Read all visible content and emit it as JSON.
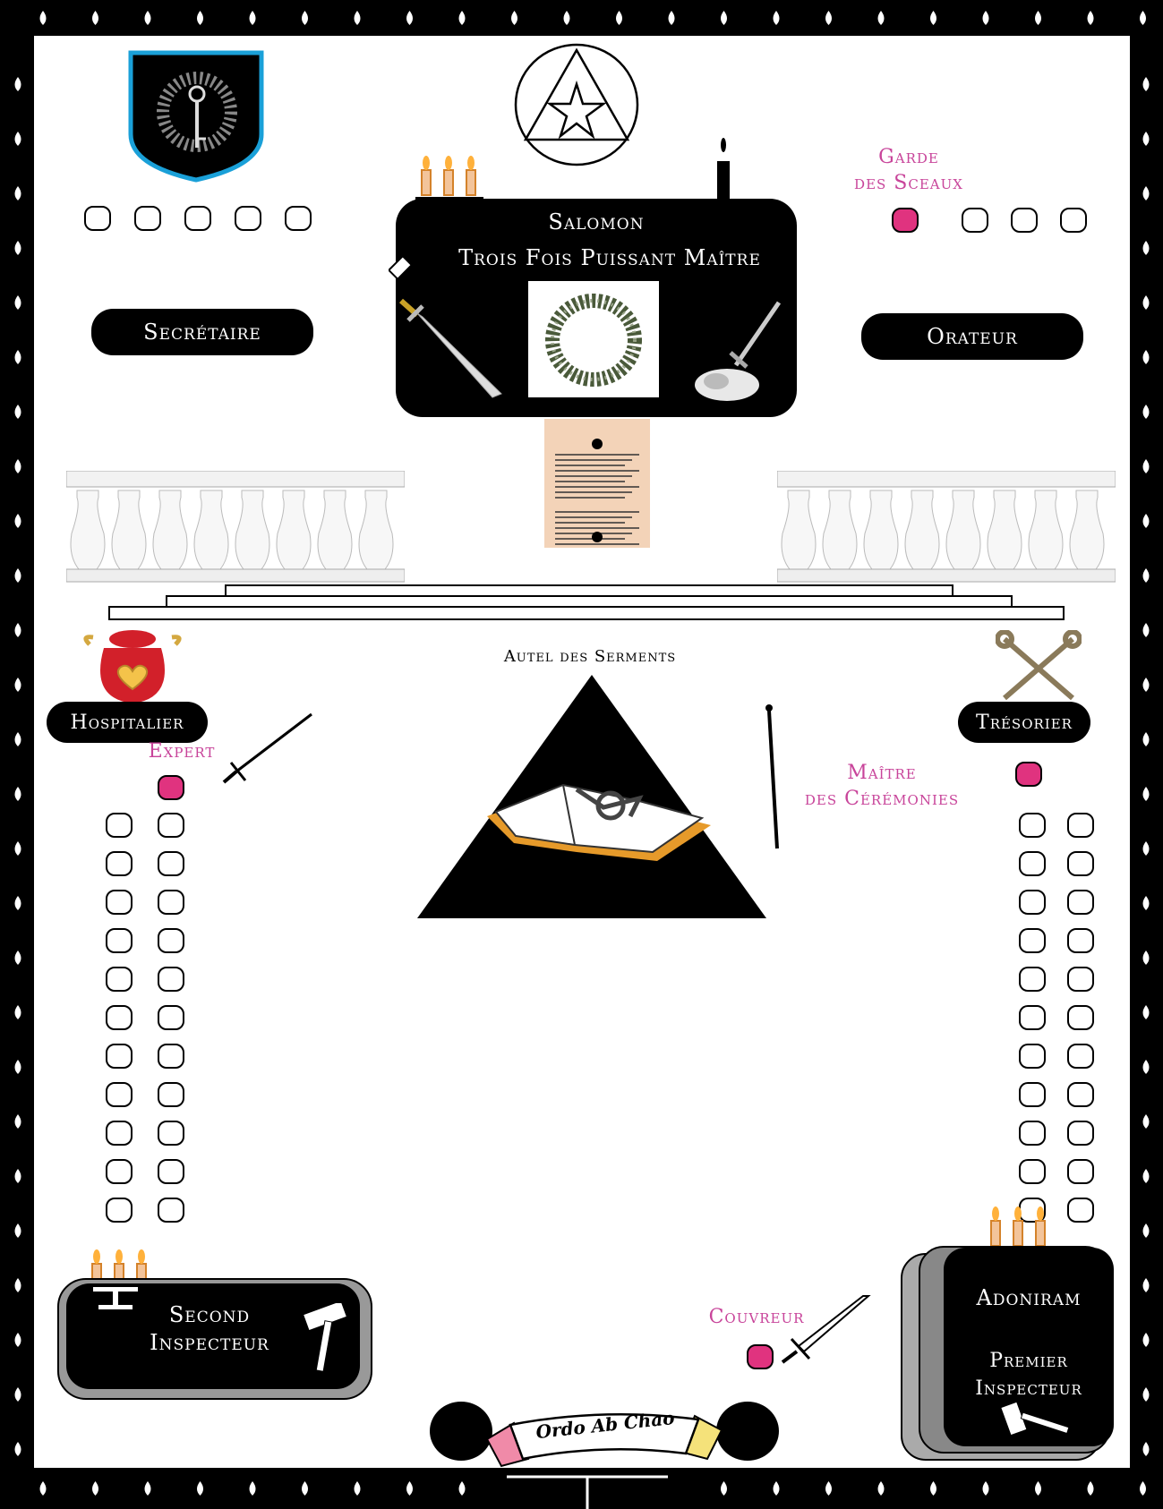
{
  "officers": {
    "salomon": "Salomon",
    "salomon_title": "Trois Fois Puissant Maître",
    "secretaire": "Secrétaire",
    "orateur": "Orateur",
    "garde_line1": "Garde",
    "garde_line2": "des Sceaux",
    "hospitalier": "Hospitalier",
    "tresorier": "Trésorier",
    "expert": "Expert",
    "maitre_line1": "Maître",
    "maitre_line2": "des Cérémonies",
    "second_line1": "Second",
    "second_line2": "Inspecteur",
    "adoniram": "Adoniram",
    "premier_line1": "Premier",
    "premier_line2": "Inspecteur",
    "couvreur": "Couvreur",
    "autel": "Autel des Serments"
  },
  "banner": "Ordo Ab Chao",
  "colors": {
    "accent_pink": "#c8449a",
    "seat_filled": "#e0337f",
    "shield_border": "#1aa0d8",
    "ribbon_pink": "#f08aa8",
    "ribbon_yellow": "#f5e27a",
    "book_edge": "#e69a2a"
  },
  "seats": {
    "top_left_count": 5,
    "top_right_empty_count": 3,
    "column_rows": 11,
    "columns_per_side": 2
  }
}
